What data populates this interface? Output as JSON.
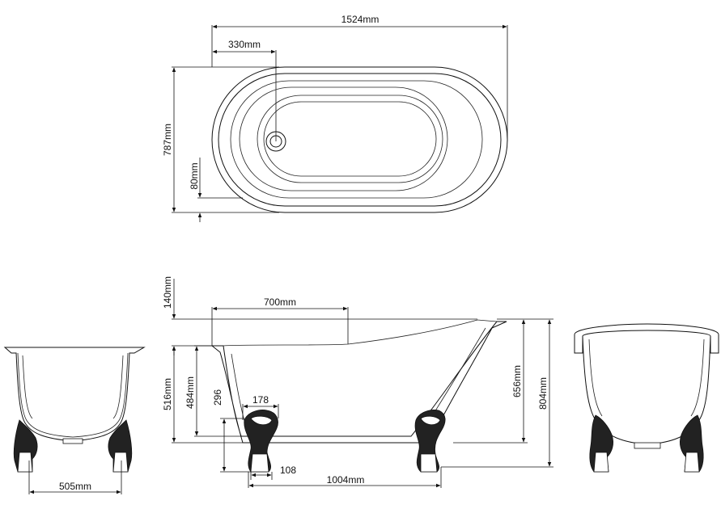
{
  "dimensions": {
    "top_length": "1524mm",
    "waste_offset": "330mm",
    "top_width": "787mm",
    "rim_width": "80mm",
    "rim_height": "140mm",
    "slope_length": "700mm",
    "inner_depth_516": "516mm",
    "inner_depth_484": "484mm",
    "waste_height": "296",
    "foot_offset_178": "178",
    "foot_width_108": "108",
    "foot_spacing": "1004mm",
    "high_end_height": "656mm",
    "overall_height": "804mm",
    "end_base_width": "505mm"
  }
}
